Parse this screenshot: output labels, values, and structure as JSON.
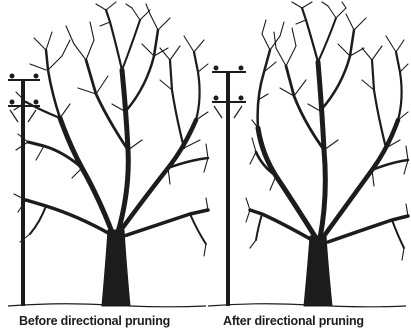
{
  "captions": {
    "before": "Before directional pruning",
    "after": "After directional pruning"
  },
  "colors": {
    "ink": "#1c1c1c",
    "background": "#ffffff"
  },
  "panels": [
    {
      "name": "before-directional-pruning",
      "caption_key": "before"
    },
    {
      "name": "after-directional-pruning",
      "caption_key": "after"
    }
  ]
}
